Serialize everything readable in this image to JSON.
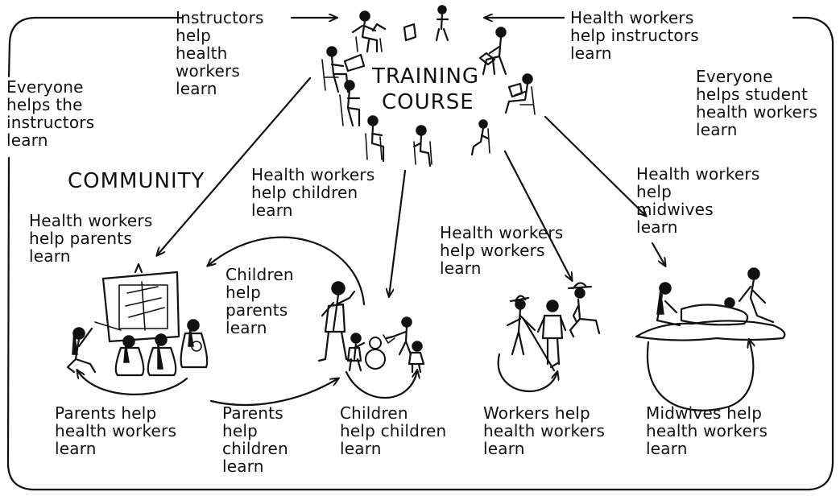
{
  "title_training": "TRAINING",
  "title_course": "COURSE",
  "title_community": "COMMUNITY",
  "labels": {
    "instructors_help": "Instructors\nhelp\nhealth\nworkers\nlearn",
    "health_help_instructors": "Health workers\nhelp instructors\nlearn",
    "everyone_helps_instructors": "Everyone\nhelps the\ninstructors\nlearn",
    "everyone_helps_students": "Everyone\nhelps student\nhealth workers\nlearn",
    "hw_help_children": "Health workers\nhelp children\nlearn",
    "hw_help_parents": "Health workers\nhelp parents\nlearn",
    "hw_help_midwives": "Health workers\nhelp\nmidwives\nlearn",
    "hw_help_workers": "Health workers\nhelp workers\nlearn",
    "children_help_parents": "Children\nhelp\nparents\nlearn",
    "parents_help_hw": "Parents help\nhealth workers\nlearn",
    "parents_help_children": "Parents\nhelp\nchildren\nlearn",
    "children_help_children": "Children\nhelp children\nlearn",
    "workers_help_hw": "Workers help\nhealth workers\nlearn",
    "midwives_help_hw": "Midwives help\nhealth workers\nlearn"
  }
}
